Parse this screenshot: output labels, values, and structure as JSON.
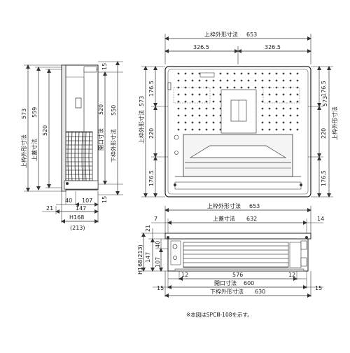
{
  "top_view": {
    "outer_frame_label": "上枠外形寸法",
    "outer_frame_width": "653",
    "half_left": "326.5",
    "half_right": "326.5",
    "left_label": "上枠外形寸法",
    "left_height": "573",
    "right_label": "上枠外形寸法",
    "right_height": "573",
    "left_upper": "176.5",
    "left_middle": "220",
    "left_lower": "176.5",
    "right_upper": "176.5",
    "right_middle": "220",
    "right_lower": "176.5"
  },
  "side_view": {
    "outer_label": "上枠外形寸法",
    "outer_height": "573",
    "cover_label": "上蓋寸法",
    "cover_height": "559",
    "inner_height": "520",
    "opening_label": "開口寸法",
    "opening_height": "520",
    "lower_label": "下枠外形寸法",
    "lower_height": "550",
    "top_offset": "15",
    "bottom_offset": "15",
    "dim_40": "40",
    "dim_107": "107",
    "dim_21": "21",
    "dim_147": "147",
    "depth": "H168",
    "depth_total": "(213)"
  },
  "front_view": {
    "outer_label": "上枠外形寸法",
    "outer_width": "653",
    "cover_label": "上蓋寸法",
    "cover_width": "632",
    "left_offset": "7",
    "right_offset": "14",
    "dim_21": "21",
    "dim_147": "147",
    "dim_40": "40",
    "dim_107": "107",
    "depth_label": "H168(213)",
    "dim_12_left": "12",
    "dim_576": "576",
    "dim_12_right": "12",
    "opening_label": "開口寸法",
    "opening_width": "600",
    "lower_label": "下枠外形寸法",
    "lower_width": "630",
    "dim_15_left": "15",
    "dim_15_right": "15"
  },
  "note": "※本図はSPCⅢ-108を示す。"
}
